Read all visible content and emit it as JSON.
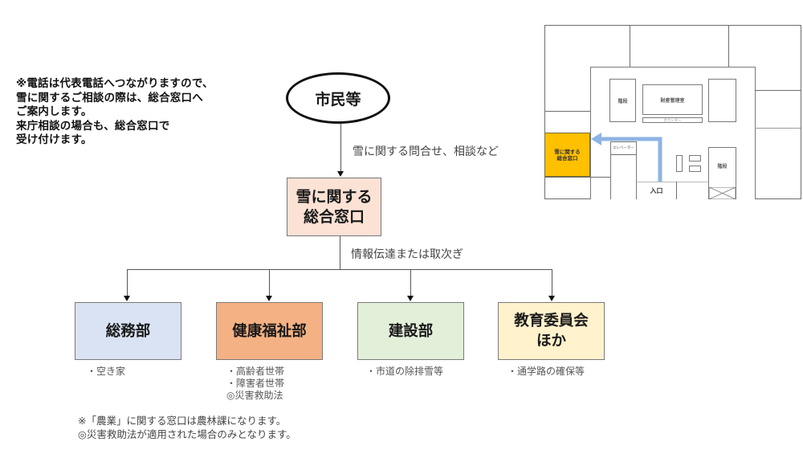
{
  "notice": {
    "text": "※電話は代表電話へつながりますので、\n雪に関するご相談の際は、総合窓口へ\nご案内します。\n来庁相談の場合も、総合窓口で\n受け付けます。"
  },
  "flow": {
    "source": "市民等",
    "edge1_label": "雪に関する問合せ、相談など",
    "center": "雪に関する\n総合窓口",
    "edge2_label": "情報伝達または取次ぎ",
    "departments": [
      {
        "name": "総務部",
        "color": "#dae3f3",
        "notes": [
          "・空き家"
        ]
      },
      {
        "name": "健康福祉部",
        "color": "#f4b183",
        "notes": [
          "・高齢者世帯",
          "・障害者世帯",
          "◎災害救助法"
        ]
      },
      {
        "name": "建設部",
        "color": "#e2efd9",
        "notes": [
          "・市道の除排雪等"
        ]
      },
      {
        "name": "教育委員会\nほか",
        "color": "#fff2cc",
        "notes": [
          "・通学路の確保等"
        ]
      }
    ]
  },
  "footnotes": [
    "※「農業」に関する窓口は農林課になります。",
    "◎災害救助法が適用された場合のみとなります。"
  ],
  "floor_plan": {
    "stairs_left": "階段",
    "property_office": "財産管理室",
    "counter": "カウンター",
    "elevator": "エレベーター",
    "stairs_right": "階段",
    "entrance": "入口",
    "snow_desk": "雪に関する\n総合窓口",
    "snow_desk_color": "#ffc000",
    "route_arrow_color": "#8eb4e3"
  }
}
